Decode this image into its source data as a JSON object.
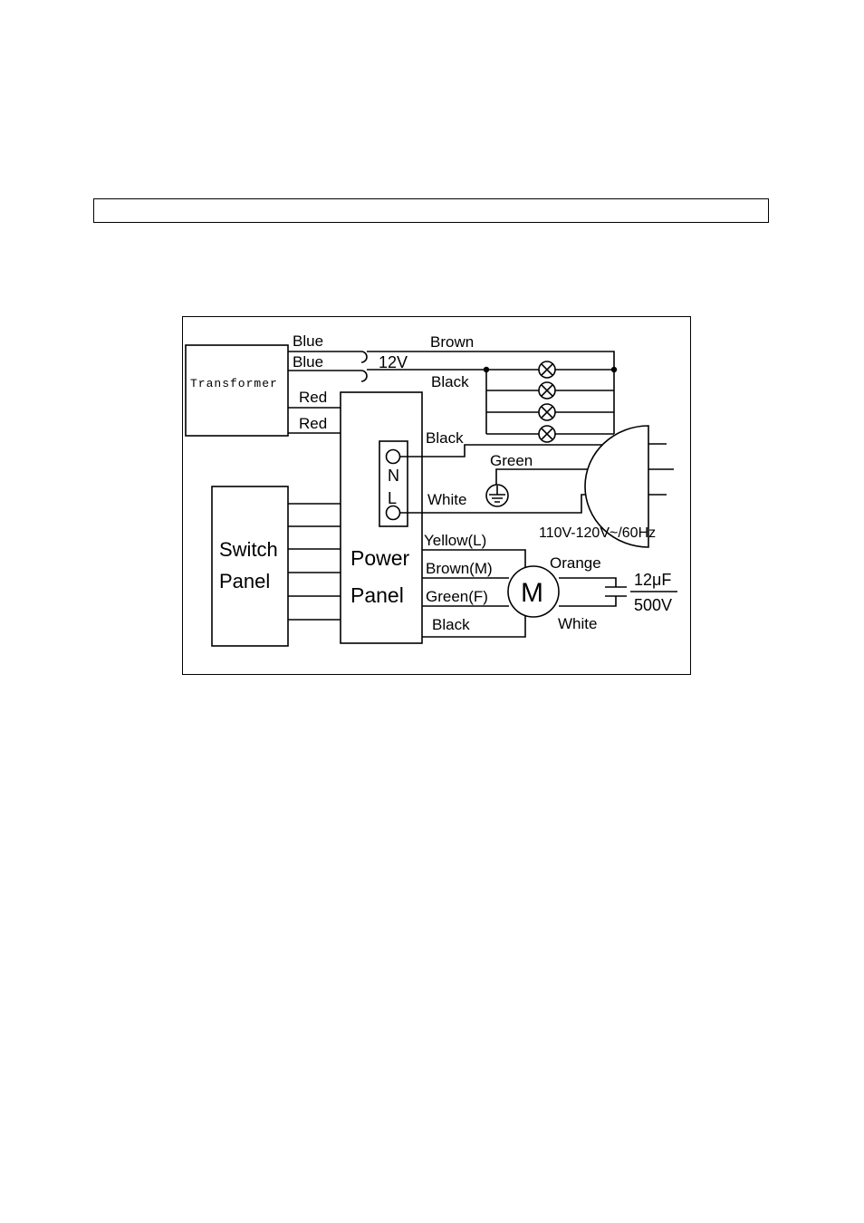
{
  "header": {
    "text": ""
  },
  "diagram": {
    "transformer": "Transformer",
    "switch_panel": [
      "Switch",
      "Panel"
    ],
    "power_panel": [
      "Power",
      "Panel"
    ],
    "terminal_n": "N",
    "terminal_l": "L",
    "motor": "M",
    "wires": {
      "blue_1": "Blue",
      "blue_2": "Blue",
      "red_1": "Red",
      "red_2": "Red",
      "brown_top": "Brown",
      "voltage_12v": "12V",
      "black_lamps": "Black",
      "black_n": "Black",
      "green": "Green",
      "white_l": "White",
      "yellow_l": "Yellow(L)",
      "brown_m": "Brown(M)",
      "green_f": "Green(F)",
      "black_motor": "Black",
      "orange": "Orange",
      "white_motor": "White"
    },
    "supply": "110V-120V~/60Hz",
    "capacitor": {
      "capacitance": "12μF",
      "voltage": "500V"
    }
  }
}
